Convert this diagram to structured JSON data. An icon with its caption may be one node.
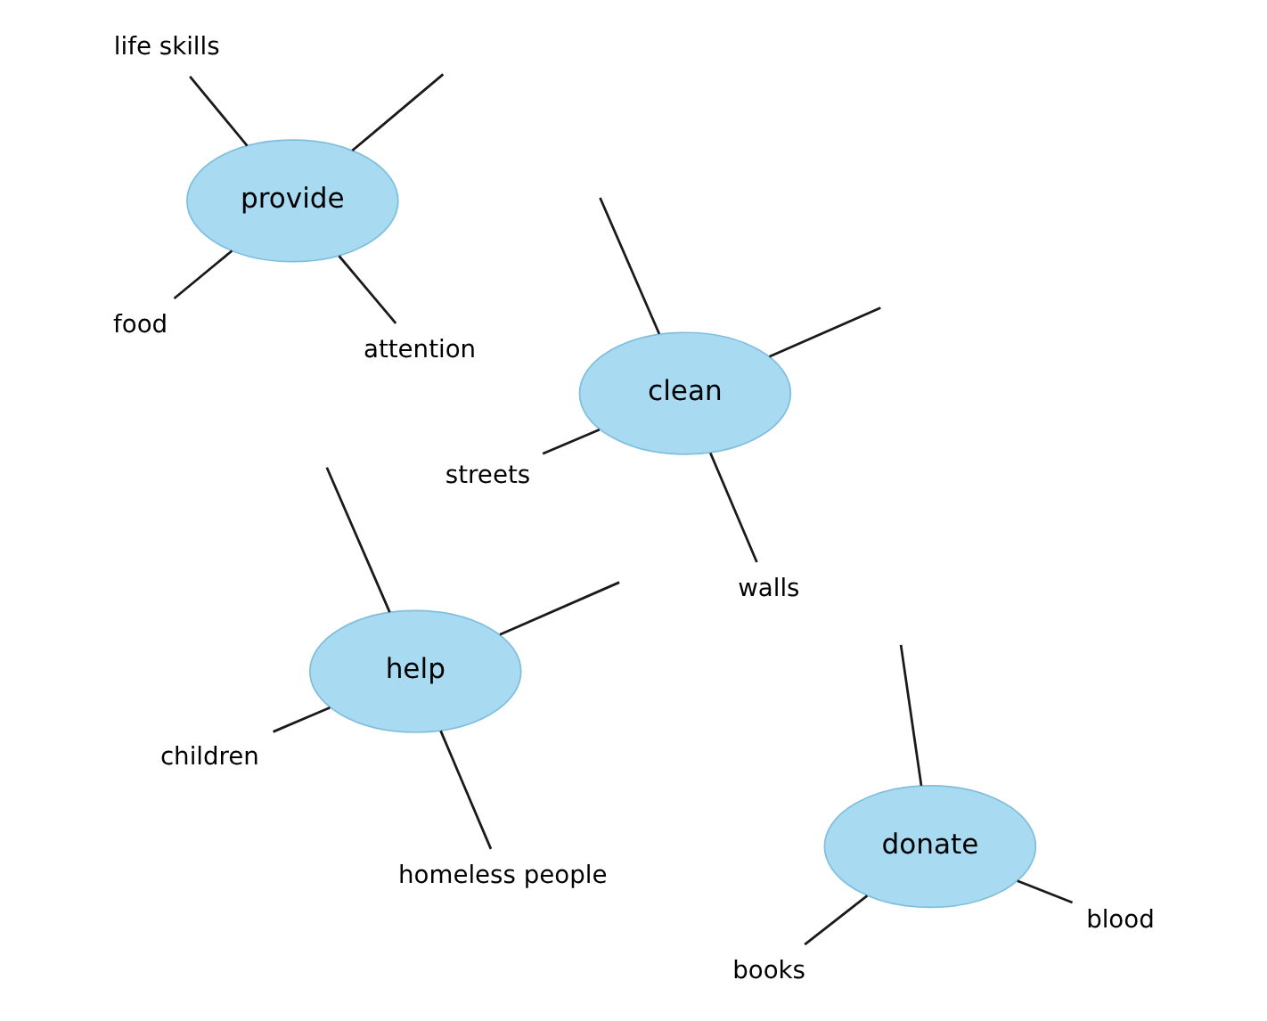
{
  "diagram": {
    "nodes": [
      {
        "text": [
          "books"
        ]
      },
      {
        "text": [
          "blood"
        ]
      },
      {
        "text": [
          "children"
        ]
      },
      {
        "text": [
          "donate"
        ]
      },
      {
        "text": [
          "help"
        ]
      },
      {
        "text": [
          "homeless people"
        ]
      },
      {
        "text": [
          "streets"
        ]
      },
      {
        "text": [
          "food"
        ]
      },
      {
        "text": [
          "attention"
        ]
      },
      {
        "text": [
          "clean"
        ]
      },
      {
        "text": [
          "provide"
        ]
      },
      {
        "text": [
          "walls"
        ]
      },
      {
        "text": [
          "life skills"
        ]
      }
    ],
    "edges": [
      {
        "from": 0,
        "to": 3,
        "arrow": "none"
      },
      {
        "from": 1,
        "to": 3,
        "arrow": "none"
      },
      {
        "from": 3,
        "to": null,
        "arrow": "none"
      },
      {
        "from": 2,
        "to": 4,
        "arrow": "none"
      },
      {
        "from": 4,
        "to": null,
        "arrow": "none"
      },
      {
        "from": 4,
        "to": null,
        "arrow": "none"
      },
      {
        "from": 4,
        "to": 5,
        "arrow": "none"
      },
      {
        "from": 6,
        "to": 9,
        "arrow": "none"
      },
      {
        "from": 9,
        "to": null,
        "arrow": "none"
      },
      {
        "from": 9,
        "to": null,
        "arrow": "none"
      },
      {
        "from": 9,
        "to": 11,
        "arrow": "none"
      },
      {
        "from": 7,
        "to": 10,
        "arrow": "none"
      },
      {
        "from": 8,
        "to": 10,
        "arrow": "none"
      },
      {
        "from": 10,
        "to": null,
        "arrow": "none"
      },
      {
        "from": 10,
        "to": 12,
        "arrow": "none"
      }
    ]
  }
}
